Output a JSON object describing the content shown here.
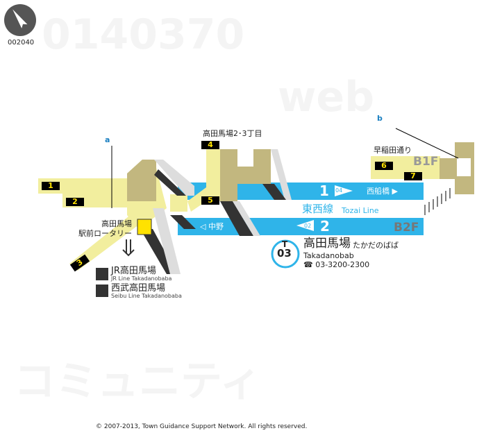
{
  "map_id": "002040",
  "exits": [
    "1",
    "2",
    "3",
    "4",
    "5",
    "6",
    "7"
  ],
  "labels": {
    "exit4_area": "高田馬場2･3丁目",
    "exit6_area": "早稲田通り",
    "rotary": "高田馬場\n駅前ロータリー",
    "b1f": "B1F",
    "b2f": "B2F",
    "elevator_group_a": "a",
    "elevator_group_b": "b"
  },
  "platforms": {
    "p1_number": "1",
    "p1_next_code": "04",
    "p1_direction": "西船橋 ▶",
    "p2_number": "2",
    "p2_next_code": "02",
    "p2_direction": "◁ 中野",
    "line_name_ja": "東西線",
    "line_name_en": "Tozai Line"
  },
  "station": {
    "line_letter": "T",
    "number": "03",
    "name_ja": "高田馬場",
    "name_kana": "たかだのばば",
    "name_en": "Takadanobab",
    "phone": "03-3200-2300"
  },
  "transfers": [
    {
      "ja": "JR高田馬場",
      "en": "JR Line Takadanobaba"
    },
    {
      "ja": "西武高田馬場",
      "en": "Seibu Line Takadanobaba"
    }
  ],
  "copyright": "© 2007-2013, Town Guidance Support Network. All rights reserved.",
  "colors": {
    "tozai": "#2fb4e9",
    "corridor": "#f2ee9e",
    "stairs": "#c2b77f",
    "exit_label": "#ffe200"
  }
}
